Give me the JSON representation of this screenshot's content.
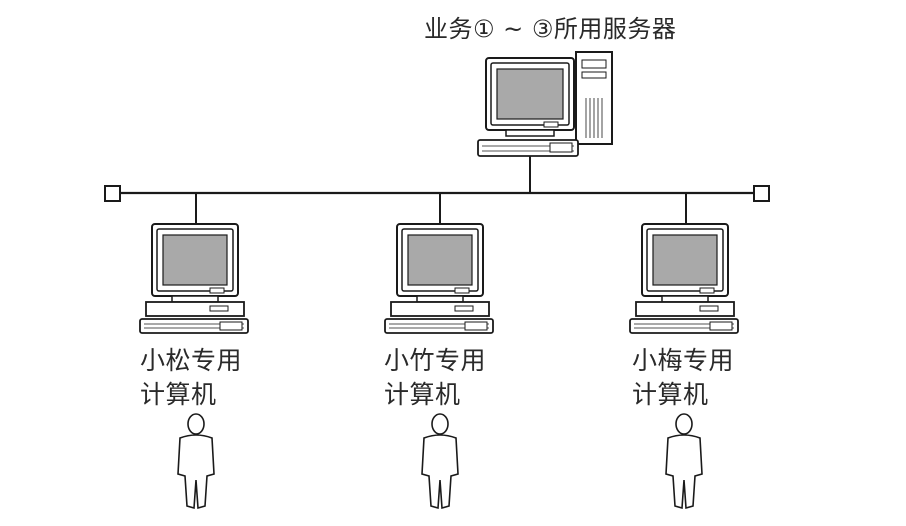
{
  "diagram": {
    "server": {
      "label": "业务① ~ ③所用服务器",
      "icon": "server-computer-icon"
    },
    "network": {
      "icon": "network-bus-line",
      "terminators": [
        "left-terminator-icon",
        "right-terminator-icon"
      ]
    },
    "clients": [
      {
        "label_line1": "小松专用",
        "label_line2": "计算机",
        "computer_icon": "desktop-computer-icon",
        "user_icon": "person-icon"
      },
      {
        "label_line1": "小竹专用",
        "label_line2": "计算机",
        "computer_icon": "desktop-computer-icon",
        "user_icon": "person-icon"
      },
      {
        "label_line1": "小梅专用",
        "label_line2": "计算机",
        "computer_icon": "desktop-computer-icon",
        "user_icon": "person-icon"
      }
    ],
    "colors": {
      "line": "#1a1a1a",
      "screen": "#a9a9a9",
      "text": "#2a2a2a"
    }
  }
}
